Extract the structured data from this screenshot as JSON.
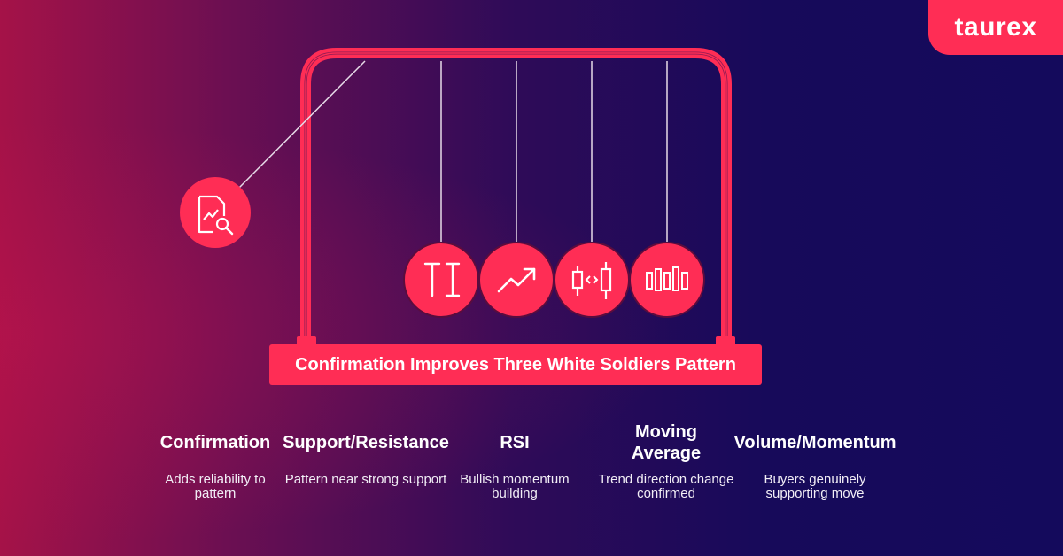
{
  "brand": {
    "logo_text": "taurex",
    "accent_color": "#ff2d55"
  },
  "diagram": {
    "banner_title": "Confirmation Improves Three White Soldiers Pattern",
    "loose_ball_icon": "chart-search-icon",
    "balls": [
      {
        "icon": "support-resistance-icon"
      },
      {
        "icon": "trend-arrow-icon"
      },
      {
        "icon": "candlestick-compare-icon"
      },
      {
        "icon": "volume-bars-icon"
      }
    ]
  },
  "factors": [
    {
      "title": "Confirmation",
      "description": "Adds reliability to pattern"
    },
    {
      "title": "Support/Resistance",
      "description": "Pattern near strong support"
    },
    {
      "title": "RSI",
      "description": "Bullish momentum building"
    },
    {
      "title": "Moving Average",
      "description": "Trend direction change confirmed"
    },
    {
      "title": "Volume/Momentum",
      "description": "Buyers genuinely supporting move"
    }
  ]
}
